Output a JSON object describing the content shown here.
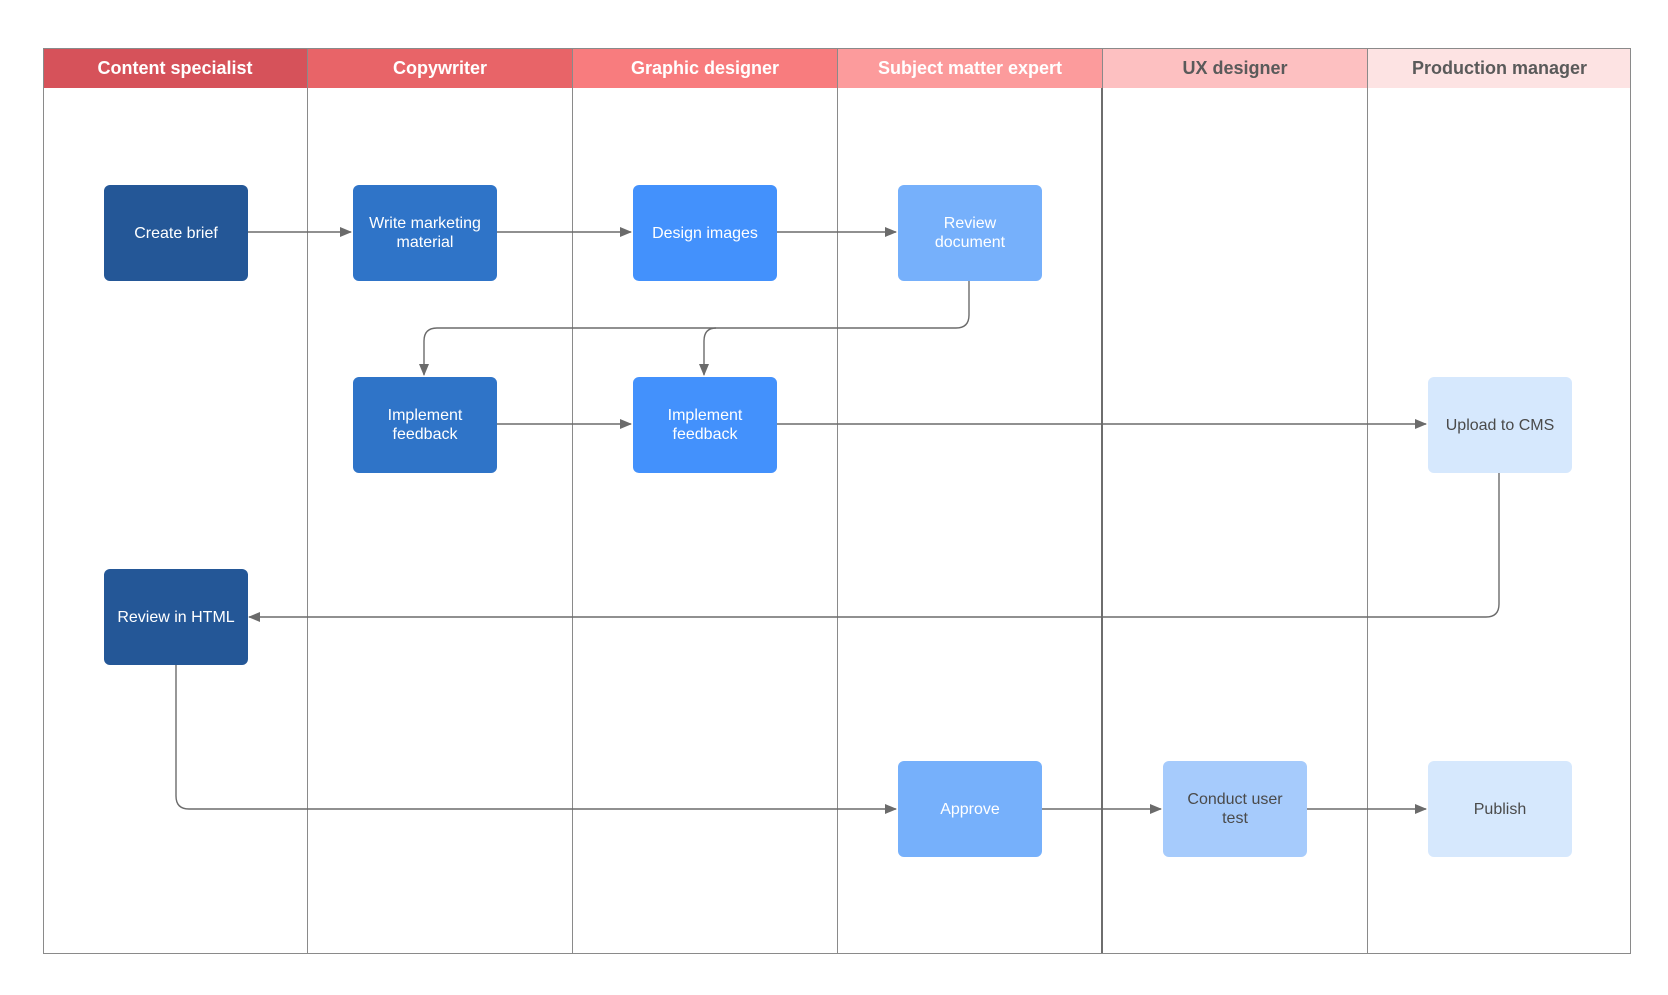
{
  "lanes": [
    {
      "label": "Content specialist",
      "header_bg": "#d6525a",
      "header_fg": "#ffffff"
    },
    {
      "label": "Copywriter",
      "header_bg": "#e86468",
      "header_fg": "#ffffff"
    },
    {
      "label": "Graphic designer",
      "header_bg": "#f87c7e",
      "header_fg": "#ffffff"
    },
    {
      "label": "Subject matter expert",
      "header_bg": "#fc9b9c",
      "header_fg": "#ffffff"
    },
    {
      "label": "UX designer",
      "header_bg": "#fdc0c1",
      "header_fg": "#5a5a5a"
    },
    {
      "label": "Production manager",
      "header_bg": "#fde3e3",
      "header_fg": "#5a5a5a"
    }
  ],
  "nodes": {
    "create_brief": {
      "label": "Create brief",
      "color": "#245797"
    },
    "write_marketing": {
      "label": "Write marketing material",
      "color": "#2f74c8"
    },
    "design_images": {
      "label": "Design images",
      "color": "#4391fc"
    },
    "review_document": {
      "label": "Review document",
      "color": "#76b0fb"
    },
    "implement_feedback_copy": {
      "label": "Implement feedback",
      "color": "#2f74c8"
    },
    "implement_feedback_design": {
      "label": "Implement feedback",
      "color": "#4391fc"
    },
    "upload_cms": {
      "label": "Upload to CMS",
      "color": "#d6e8fd"
    },
    "review_html": {
      "label": "Review in HTML",
      "color": "#245797"
    },
    "approve": {
      "label": "Approve",
      "color": "#76b0fb"
    },
    "conduct_user_test": {
      "label": "Conduct user test",
      "color": "#a6cbfc"
    },
    "publish": {
      "label": "Publish",
      "color": "#d6e8fd"
    }
  },
  "connector_color": "#6b6b6b"
}
